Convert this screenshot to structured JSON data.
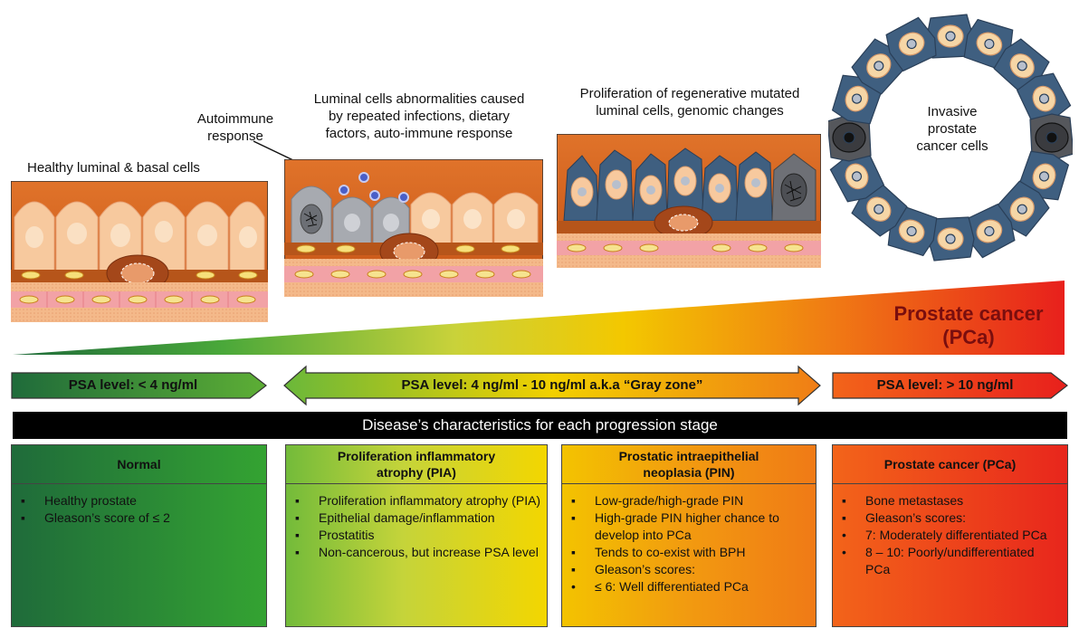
{
  "captions": {
    "healthy": "Healthy luminal & basal cells",
    "autoimmune": "Autoimmune\nresponse",
    "luminal": "Luminal cells abnormalities caused\nby repeated infections, dietary\nfactors, auto-immune response",
    "proliferation": "Proliferation of regenerative mutated\nluminal cells, genomic changes",
    "invasive": "Invasive\nprostate\ncancer cells"
  },
  "pca_label": "Prostate cancer\n(PCa)",
  "psa": {
    "low": "PSA level: < 4 ng/ml",
    "mid": "PSA level: 4 ng/ml  - 10 ng/ml a.k.a “Gray zone”",
    "high": "PSA level: > 10 ng/ml"
  },
  "banner": "Disease’s characteristics for each progression stage",
  "stages": [
    {
      "title": "Normal",
      "items": [
        {
          "bullet": "▪",
          "text": "Healthy prostate"
        },
        {
          "bullet": "▪",
          "text": "Gleason’s score of ≤ 2"
        }
      ]
    },
    {
      "title": "Proliferation inflammatory\natrophy (PIA)",
      "items": [
        {
          "bullet": "▪",
          "text": "Proliferation inflammatory atrophy (PIA)"
        },
        {
          "bullet": "▪",
          "text": "Epithelial damage/inflammation"
        },
        {
          "bullet": "▪",
          "text": "Prostatitis"
        },
        {
          "bullet": "▪",
          "text": "Non-cancerous, but increase PSA level"
        }
      ]
    },
    {
      "title": "Prostatic intraepithelial\nneoplasia (PIN)",
      "items": [
        {
          "bullet": "▪",
          "text": "Low-grade/high-grade PIN"
        },
        {
          "bullet": "▪",
          "text": "High-grade PIN higher chance to develop into PCa"
        },
        {
          "bullet": "▪",
          "text": "Tends to co-exist with BPH"
        },
        {
          "bullet": "▪",
          "text": "Gleason’s scores:"
        },
        {
          "bullet": "•",
          "text": "≤ 6: Well differentiated PCa"
        }
      ]
    },
    {
      "title": "Prostate cancer (PCa)",
      "items": [
        {
          "bullet": "▪",
          "text": "Bone metastases"
        },
        {
          "bullet": "▪",
          "text": "Gleason’s scores:"
        },
        {
          "bullet": "•",
          "text": "7: Moderately differentiated PCa"
        },
        {
          "bullet": "•",
          "text": "8 – 10: Poorly/undifferentiated PCa"
        }
      ]
    }
  ],
  "colors": {
    "dark_green": "#1f6b3a",
    "green": "#2e9b2e",
    "lime": "#a6cf3a",
    "yellow": "#f2d400",
    "orange": "#f08a10",
    "red": "#e8261c",
    "tissue_orange": "#d8651b",
    "cell_fill": "#f6c28f",
    "cancer_cell": "#3f5f80"
  }
}
